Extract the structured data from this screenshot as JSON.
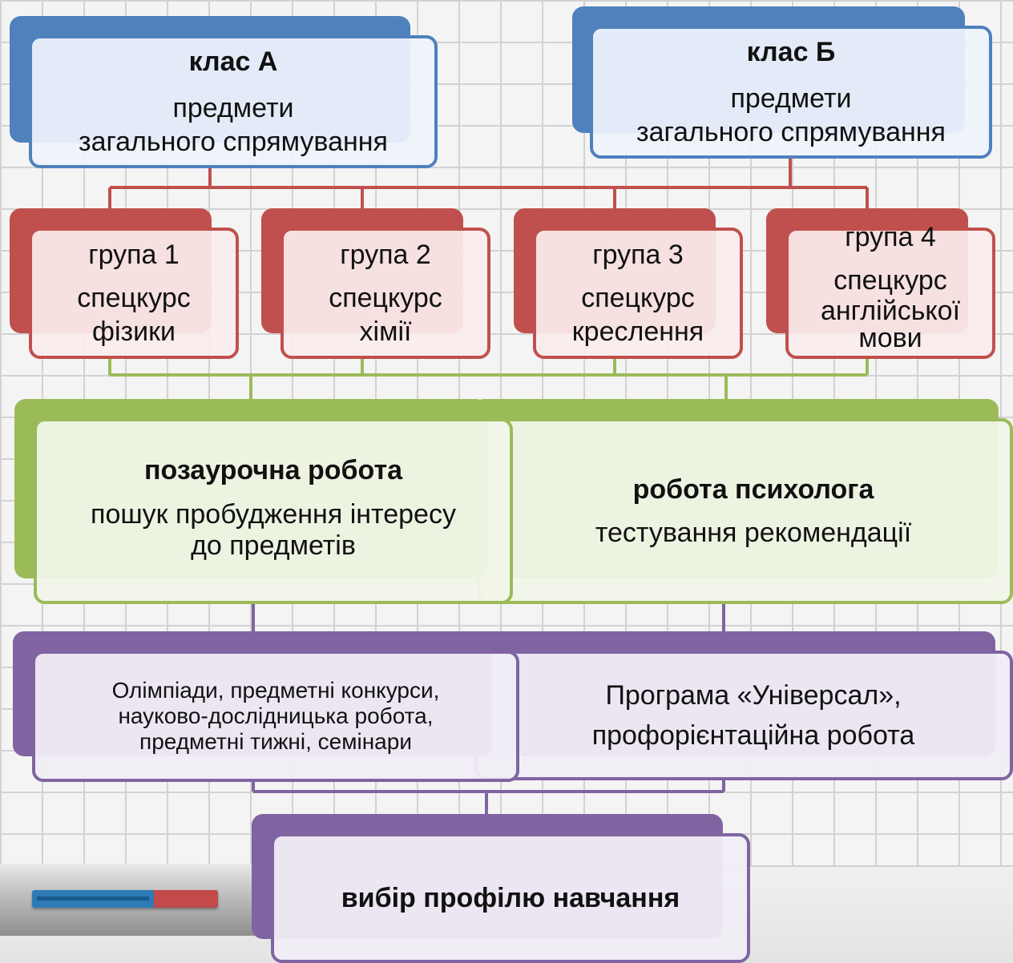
{
  "class_a": {
    "title": "клас А",
    "line1": "предмети",
    "line2": "загального спрямування"
  },
  "class_b": {
    "title": "клас Б",
    "line1": "предмети",
    "line2": "загального спрямування"
  },
  "groups": [
    {
      "title": "група 1",
      "lines": [
        "спецкурс",
        "фізики"
      ]
    },
    {
      "title": "група 2",
      "lines": [
        "спецкурс",
        "хімії"
      ]
    },
    {
      "title": "група 3",
      "lines": [
        "спецкурс",
        "креслення"
      ]
    },
    {
      "title": "група 4",
      "lines": [
        "спецкурс",
        "англійської",
        "мови"
      ]
    }
  ],
  "extracurricular": {
    "title": "позаурочна робота",
    "line1": "пошук пробудження інтересу",
    "line2": "до предметів"
  },
  "psychologist": {
    "title": "робота психолога",
    "line1": "тестування рекомендації"
  },
  "activities": {
    "line1": "Олімпіади, предметні конкурси,",
    "line2": "науково-дослідницька робота,",
    "line3": "предметні тижні, семінари"
  },
  "program": {
    "line1": "Програма «Універсал»,",
    "line2": "профорієнтаційна робота"
  },
  "result": {
    "title": "вибір профілю навчання"
  },
  "colors": {
    "blue": "#4f81bd",
    "red": "#c0504d",
    "green": "#9bbb59",
    "purple": "#8064a2"
  }
}
